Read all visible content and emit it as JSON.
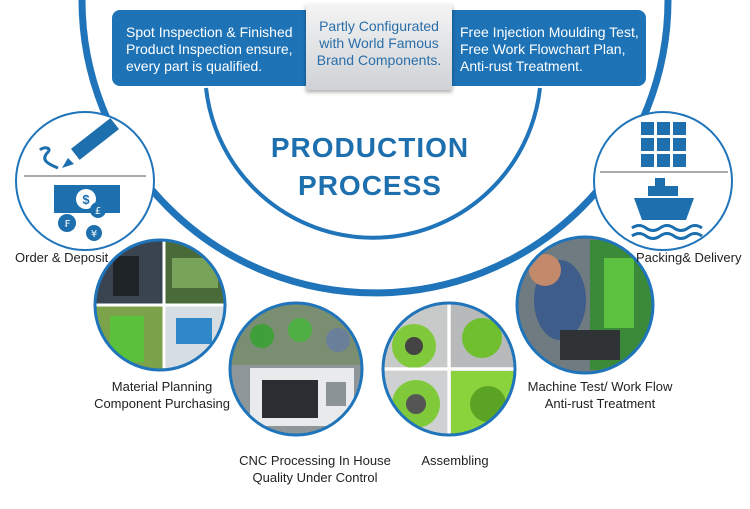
{
  "banner": {
    "left": [
      "Spot Inspection & Finished",
      "Product Inspection ensure,",
      "every part is qualified."
    ],
    "middle": [
      "Partly Configurated",
      "with World Famous",
      "Brand Components."
    ],
    "right": [
      "Free Injection Moulding Test,",
      "Free Work Flowchart Plan,",
      "Anti-rust Treatment."
    ]
  },
  "title": {
    "line1": "PRODUCTION",
    "line2": "PROCESS"
  },
  "steps": {
    "order": "Order & Deposit",
    "material": [
      "Material Planning",
      "Component Purchasing"
    ],
    "cnc": [
      "CNC Processing In House",
      "Quality Under Control"
    ],
    "assembling": "Assembling",
    "machine": [
      "Machine Test/ Work Flow",
      "Anti-rust Treatment"
    ],
    "packing": "Packing& Delivery"
  },
  "icons": [
    "pen-icon",
    "money-icon",
    "containers-icon",
    "ship-icon"
  ],
  "colors": {
    "accent": "#1d73b6",
    "title": "#1d6fae",
    "ring": "#1f74ba"
  }
}
